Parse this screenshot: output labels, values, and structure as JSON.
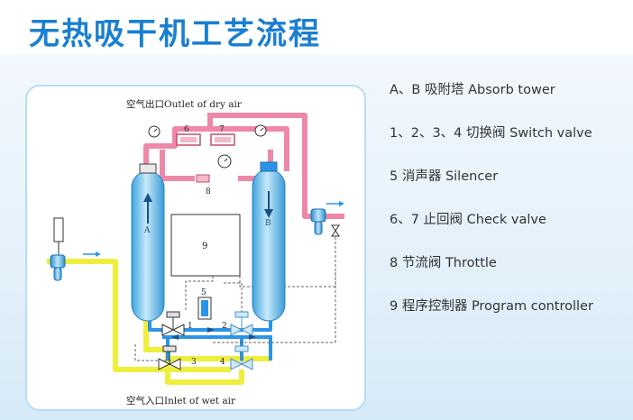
{
  "title": "无热吸干机工艺流程",
  "diagram": {
    "outlet_label": "空气出口Outlet of dry air",
    "inlet_label": "空气入口Inlet of wet air",
    "tower_a_label": "A",
    "tower_b_label": "B",
    "num_1": "1",
    "num_2": "2",
    "num_3": "3",
    "num_4": "4",
    "num_5": "5",
    "num_6": "6",
    "num_7": "7",
    "num_8": "8",
    "num_9": "9"
  },
  "legend": {
    "items": [
      "A、B 吸附塔  Absorb tower",
      "1、2、3、4 切换阀  Switch valve",
      "5 消声器  Silencer",
      "6、7 止回阀  Check valve",
      "8 节流阀  Throttle",
      "9 程序控制器  Program controller"
    ]
  },
  "colors": {
    "title": "#1a7fd0",
    "dry_air_pipe": "#ee88a8",
    "wet_air_pipe": "#f0ee3c",
    "flow_pipe": "#2c94e6",
    "tower": "#6fc1ea",
    "panel_border": "#b9def3"
  }
}
